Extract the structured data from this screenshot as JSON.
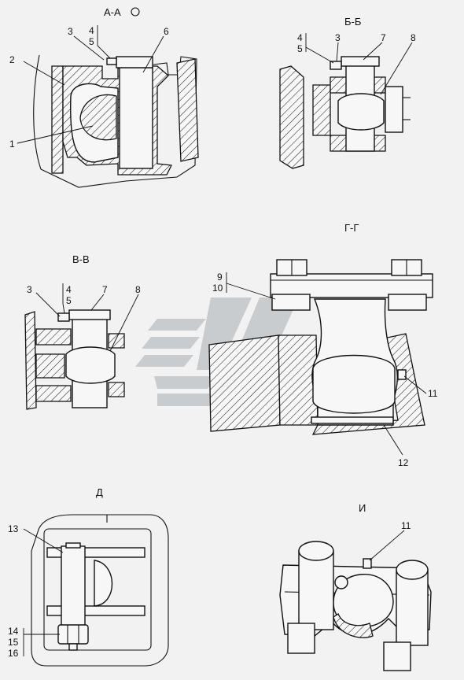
{
  "views": {
    "aa": {
      "title": "А-А",
      "labels": [
        "1",
        "2",
        "3",
        "4",
        "5",
        "6"
      ]
    },
    "bb": {
      "title": "Б-Б",
      "labels": [
        "3",
        "4",
        "5",
        "7",
        "8"
      ]
    },
    "vv": {
      "title": "В-В",
      "labels": [
        "3",
        "4",
        "5",
        "7",
        "8"
      ]
    },
    "gg": {
      "title": "Г-Г",
      "labels": [
        "9",
        "10",
        "11",
        "12"
      ]
    },
    "d": {
      "title": "Д",
      "labels": [
        "13",
        "14",
        "15",
        "16"
      ]
    },
    "i": {
      "title": "И",
      "labels": [
        "11"
      ]
    }
  },
  "colors": {
    "line": "#111111",
    "background": "#f2f2f2",
    "watermark": "#c9cccf"
  }
}
